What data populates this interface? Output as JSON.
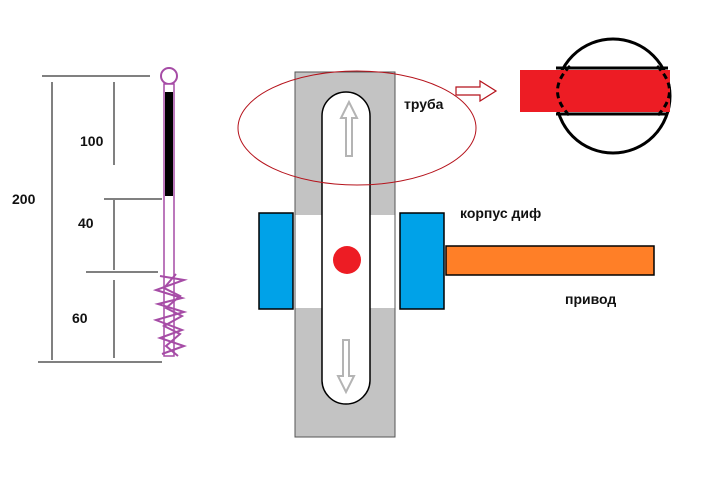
{
  "dimensions": {
    "total": "200",
    "upper": "100",
    "middle": "40",
    "lower": "60"
  },
  "labels": {
    "pipe": "труба",
    "housing": "корпус диф",
    "drive": "привод"
  },
  "colors": {
    "rod_outline": "#a64ca6",
    "rod_solid": "#000000",
    "body_gray": "#c3c3c3",
    "slot_white": "#ffffff",
    "block_blue": "#00a2e8",
    "ball_red": "#ed1c24",
    "shaft_orange": "#ff7f27",
    "ellipse_red": "#b5121b",
    "band_red": "#ed1c24",
    "arrow_gray": "#b4b4b4",
    "dim_line": "#000000"
  },
  "icons": {
    "slot_arrow_up": "arrow-up-icon",
    "slot_arrow_down": "arrow-down-icon",
    "callout_arrow": "arrow-right-icon"
  }
}
